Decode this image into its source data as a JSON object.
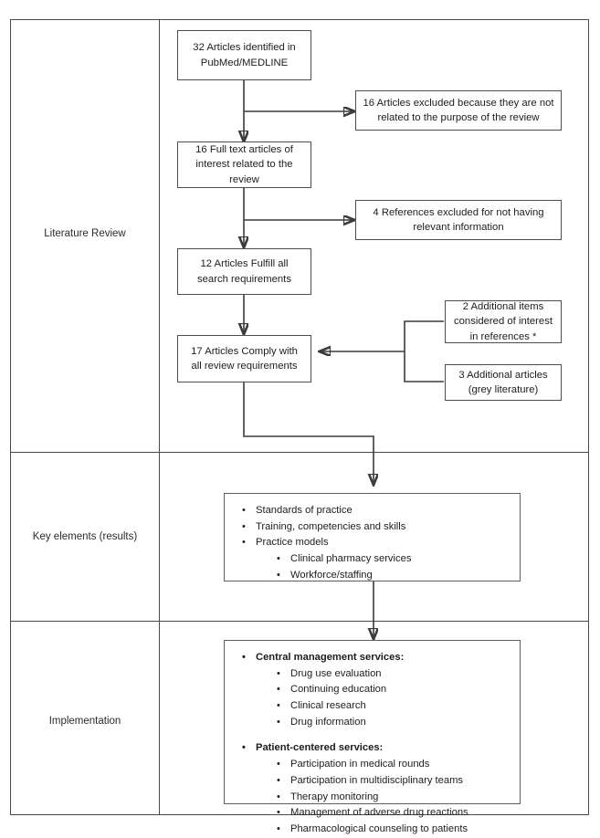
{
  "figure": {
    "type": "flowchart",
    "title": "Literature review and implementation flow diagram"
  },
  "stages": [
    {
      "id": "literature-review",
      "label": "Literature Review"
    },
    {
      "id": "key-elements",
      "label": "Key elements (results)"
    },
    {
      "id": "implementation",
      "label": "Implementation"
    }
  ],
  "nodes": {
    "identified": "32 Articles identified in PubMed/MEDLINE",
    "excluded_16": "16 Articles excluded because they are not related to the purpose of the review",
    "fulltext_16": "16 Full text articles of interest related to the review",
    "excluded_4": "4 References excluded for not having relevant information",
    "fulfill_12": "12 Articles Fulfill all search requirements",
    "comply_17": "17 Articles Comply with all review requirements",
    "additional_2": "2 Additional items considered of interest in references *",
    "additional_3": "3 Additional articles (grey literature)"
  },
  "key_elements": {
    "items": [
      {
        "text": "Standards of practice",
        "level": 1,
        "bold": false
      },
      {
        "text": "Training, competencies and skills",
        "level": 1,
        "bold": false
      },
      {
        "text": "Practice models",
        "level": 1,
        "bold": false
      },
      {
        "text": "Clinical pharmacy services",
        "level": 2,
        "bold": false
      },
      {
        "text": "Workforce/staffing",
        "level": 2,
        "bold": false
      }
    ]
  },
  "implementation": {
    "groups": [
      {
        "heading": "Central management services:",
        "items": [
          "Drug use evaluation",
          "Continuing education",
          "Clinical research",
          "Drug information"
        ]
      },
      {
        "heading": "Patient-centered services:",
        "items": [
          "Participation in medical rounds",
          "Participation in multidisciplinary teams",
          "Therapy monitoring",
          "Management of adverse drug reactions",
          "Pharmacological counseling to patients"
        ]
      }
    ]
  },
  "colors": {
    "frame_stroke": "#444a4e",
    "node_stroke": "#4a4f54",
    "connector_stroke": "#3b3b3b",
    "text": "#1d1d1d",
    "background": "#ffffff"
  }
}
